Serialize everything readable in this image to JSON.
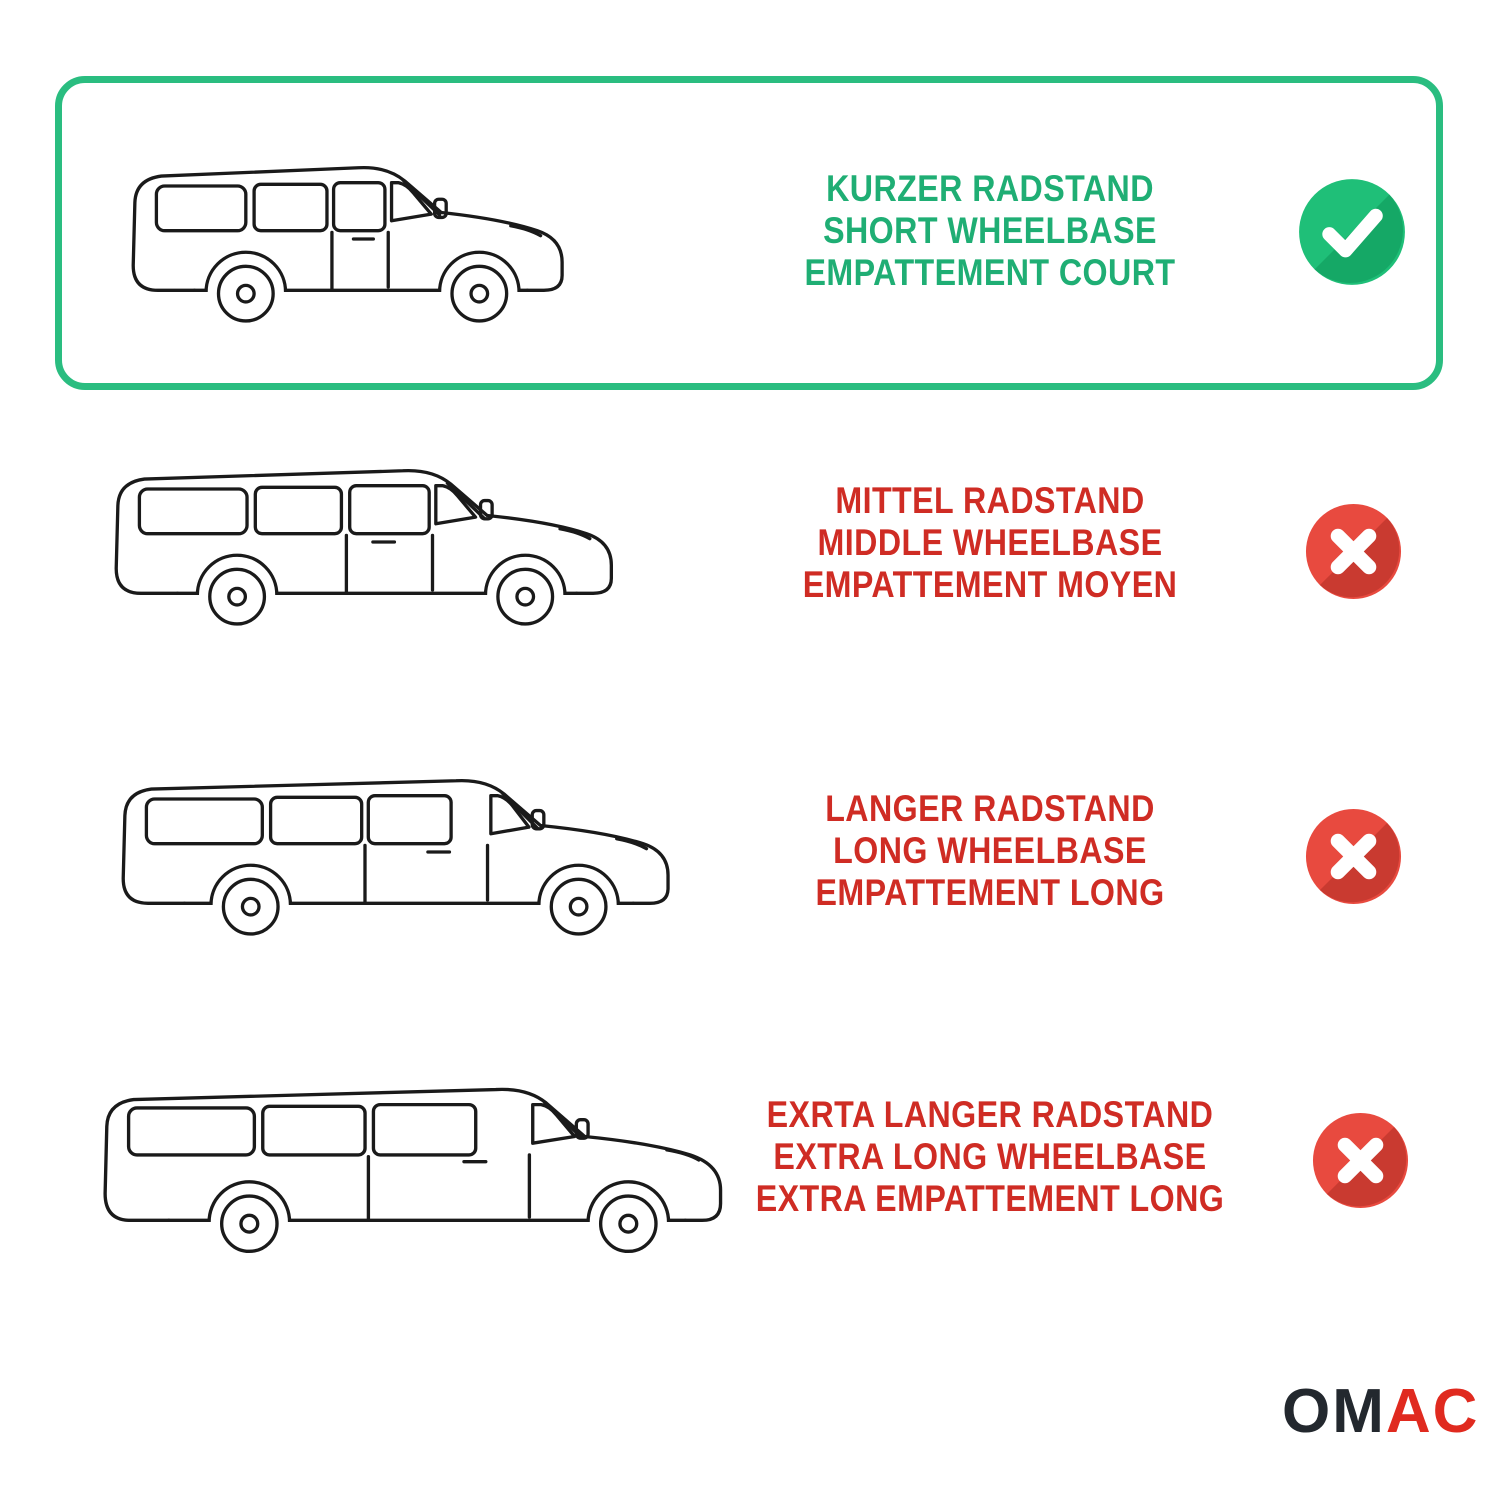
{
  "options": [
    {
      "label_de": "KURZER RADSTAND",
      "label_en": "SHORT WHEELBASE",
      "label_fr": "EMPATTEMENT COURT",
      "mark": "check",
      "selected": true
    },
    {
      "label_de": "MITTEL RADSTAND",
      "label_en": "MIDDLE WHEELBASE",
      "label_fr": "EMPATTEMENT MOYEN",
      "mark": "cross",
      "selected": false
    },
    {
      "label_de": "LANGER RADSTAND",
      "label_en": "LONG WHEELBASE",
      "label_fr": "EMPATTEMENT LONG",
      "mark": "cross",
      "selected": false
    },
    {
      "label_de": "EXRTA LANGER RADSTAND",
      "label_en": "EXTRA LONG WHEELBASE",
      "label_fr": "EXTRA EMPATTEMENT LONG",
      "mark": "cross",
      "selected": false
    }
  ],
  "colors": {
    "outline_green": "#2abd80",
    "text_green": "#1fae74",
    "text_red": "#cf2c24",
    "check_circle": "#1fbf78",
    "check_circle_shadow": "#15a866",
    "cross_circle": "#e84a3f",
    "cross_circle_shadow": "#c93a30",
    "line_art": "#1a1a1a",
    "logo_dark": "#23282e",
    "logo_red": "#e02a1f"
  },
  "logo": {
    "full": "OMAC",
    "om": "OM",
    "ac": "AC"
  }
}
